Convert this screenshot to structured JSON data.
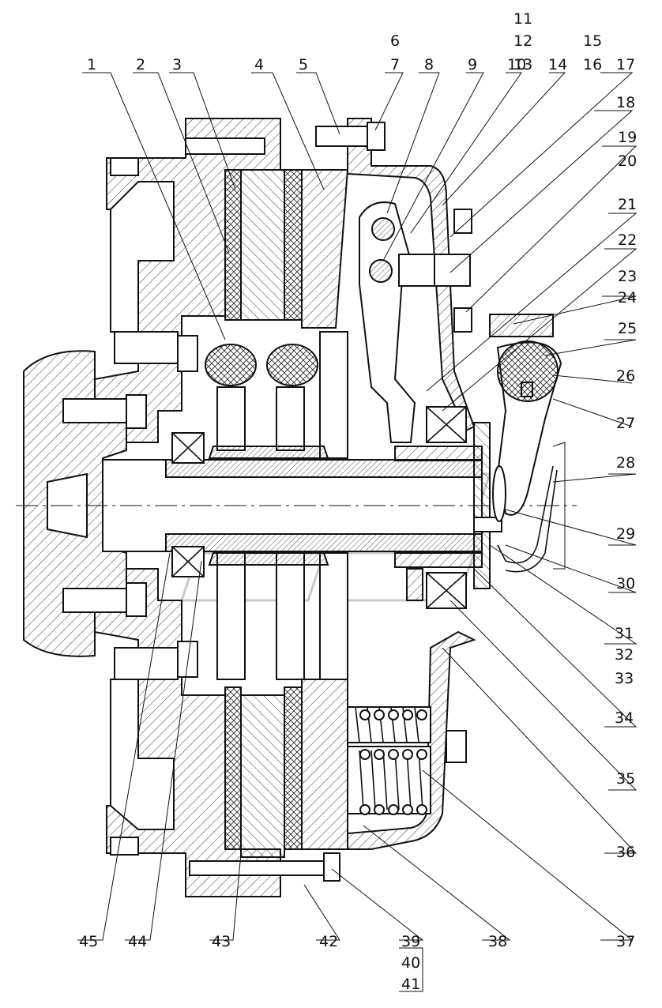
{
  "drawing": {
    "labels": {
      "n1": "1",
      "n2": "2",
      "n3": "3",
      "n4": "4",
      "n5": "5",
      "n6": "6",
      "n7": "7",
      "n8": "8",
      "n9": "9",
      "n10": "10",
      "n11": "11",
      "n12": "12",
      "n13": "13",
      "n14": "14",
      "n15": "15",
      "n16": "16",
      "n17": "17",
      "n18": "18",
      "n19": "19",
      "n20": "20",
      "n21": "21",
      "n22": "22",
      "n23": "23",
      "n24": "24",
      "n25": "25",
      "n26": "26",
      "n27": "27",
      "n28": "28",
      "n29": "29",
      "n30": "30",
      "n31": "31",
      "n32": "32",
      "n33": "33",
      "n34": "34",
      "n35": "35",
      "n36": "36",
      "n37": "37",
      "n38": "38",
      "n39": "39",
      "n40": "40",
      "n41": "41",
      "n42": "42",
      "n43": "43",
      "n44": "44",
      "n45": "45"
    }
  }
}
